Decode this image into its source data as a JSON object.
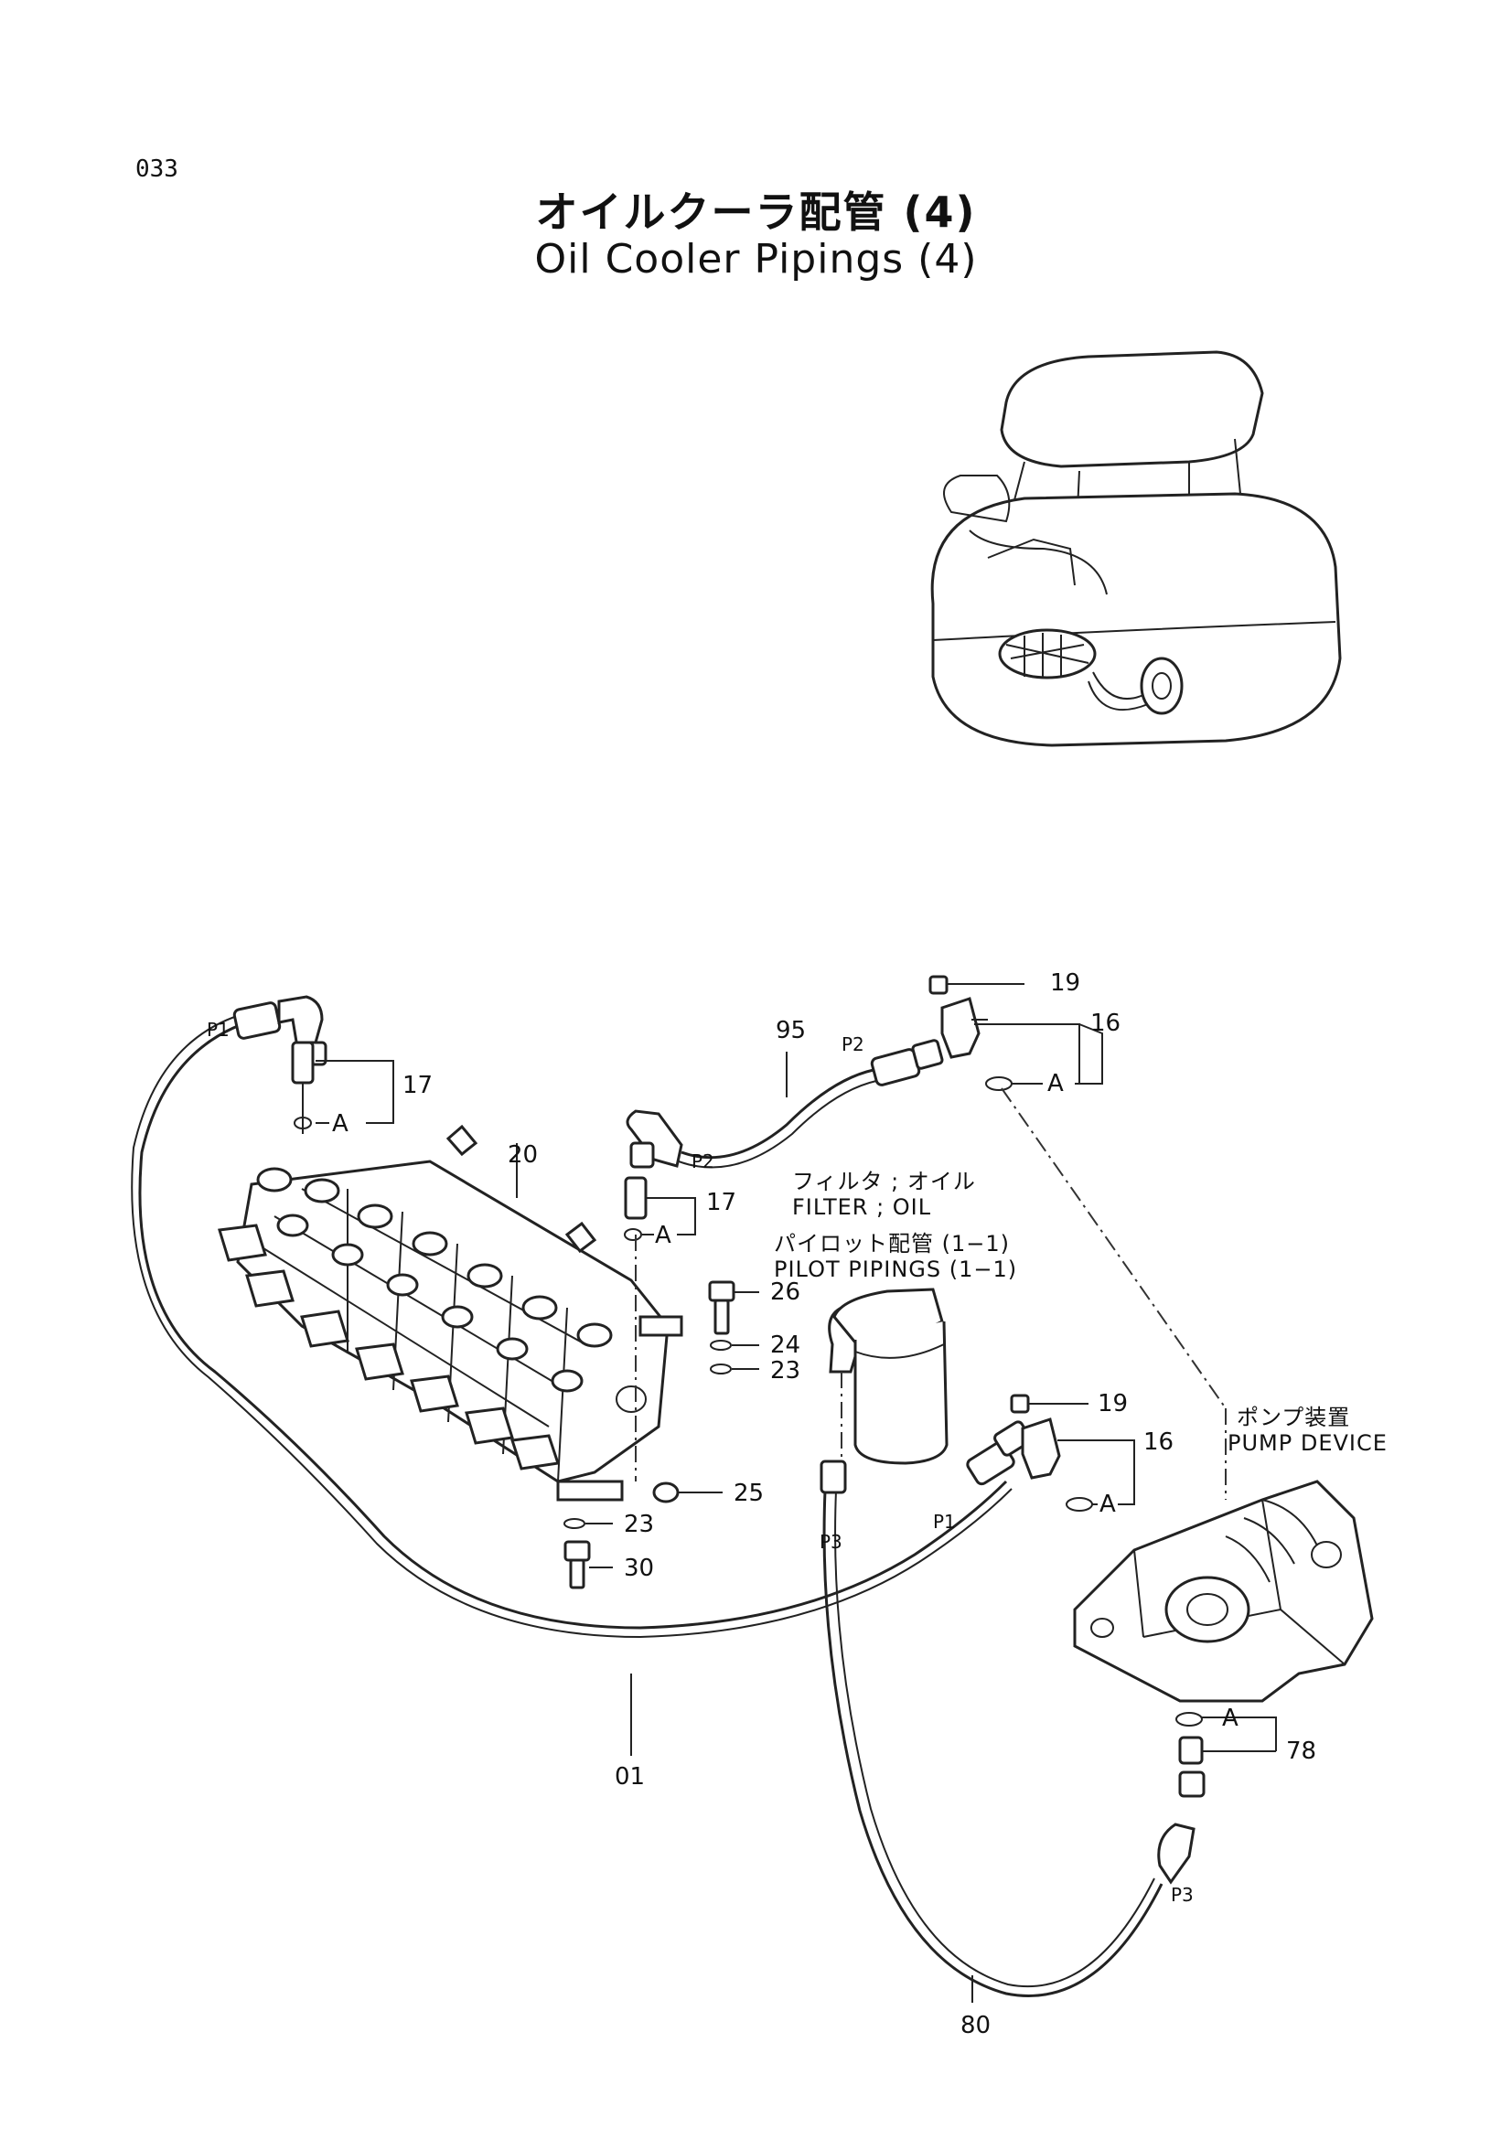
{
  "page_number": "033",
  "title_jp": "オイルクーラ配管 (4)",
  "title_en": "Oil Cooler Pipings (4)",
  "notes": {
    "filter_jp": "フィルタ ; オイル",
    "filter_en": "FILTER ; OIL",
    "pilot_jp": "パイロット配管 (1−1)",
    "pilot_en": "PILOT PIPINGS (1−1)",
    "pump_jp": "ポンプ装置",
    "pump_en": "PUMP DEVICE"
  },
  "callouts": {
    "c19a": "19",
    "c16a": "16",
    "c95": "95",
    "c17a": "17",
    "c17b": "17",
    "c20": "20",
    "c26": "26",
    "c24": "24",
    "c23a": "23",
    "c19b": "19",
    "c16b": "16",
    "c25": "25",
    "c23b": "23",
    "c30": "30",
    "c01": "01",
    "c78": "78",
    "c80": "80"
  },
  "refs": {
    "a1": "A",
    "a2": "A",
    "a3": "A",
    "a4": "A",
    "a5": "A",
    "p1a": "P1",
    "p1b": "P1",
    "p2a": "P2",
    "p2b": "P2",
    "p3a": "P3",
    "p3b": "P3"
  }
}
